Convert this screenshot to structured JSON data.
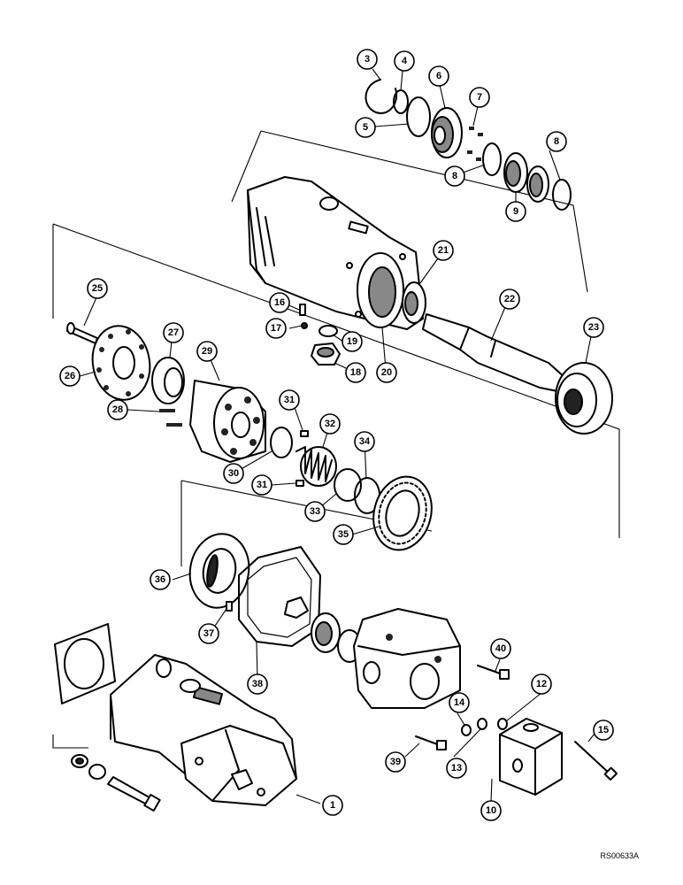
{
  "figure": {
    "reference_code": "RS00633A",
    "callouts": [
      {
        "id": "c1",
        "label": "1"
      },
      {
        "id": "c3",
        "label": "3"
      },
      {
        "id": "c4",
        "label": "4"
      },
      {
        "id": "c5",
        "label": "5"
      },
      {
        "id": "c6",
        "label": "6"
      },
      {
        "id": "c7",
        "label": "7"
      },
      {
        "id": "c8a",
        "label": "8"
      },
      {
        "id": "c8b",
        "label": "8"
      },
      {
        "id": "c9",
        "label": "9"
      },
      {
        "id": "c10",
        "label": "10"
      },
      {
        "id": "c12",
        "label": "12"
      },
      {
        "id": "c13",
        "label": "13"
      },
      {
        "id": "c14",
        "label": "14"
      },
      {
        "id": "c15",
        "label": "15"
      },
      {
        "id": "c16",
        "label": "16"
      },
      {
        "id": "c17",
        "label": "17"
      },
      {
        "id": "c18",
        "label": "18"
      },
      {
        "id": "c19",
        "label": "19"
      },
      {
        "id": "c20",
        "label": "20"
      },
      {
        "id": "c21",
        "label": "21"
      },
      {
        "id": "c22",
        "label": "22"
      },
      {
        "id": "c23",
        "label": "23"
      },
      {
        "id": "c25",
        "label": "25"
      },
      {
        "id": "c26",
        "label": "26"
      },
      {
        "id": "c27",
        "label": "27"
      },
      {
        "id": "c28",
        "label": "28"
      },
      {
        "id": "c29",
        "label": "29"
      },
      {
        "id": "c30",
        "label": "30"
      },
      {
        "id": "c31a",
        "label": "31"
      },
      {
        "id": "c31b",
        "label": "31"
      },
      {
        "id": "c32",
        "label": "32"
      },
      {
        "id": "c33",
        "label": "33"
      },
      {
        "id": "c34",
        "label": "34"
      },
      {
        "id": "c35",
        "label": "35"
      },
      {
        "id": "c36",
        "label": "36"
      },
      {
        "id": "c37",
        "label": "37"
      },
      {
        "id": "c38",
        "label": "38"
      },
      {
        "id": "c39",
        "label": "39"
      },
      {
        "id": "c40",
        "label": "40"
      }
    ]
  }
}
